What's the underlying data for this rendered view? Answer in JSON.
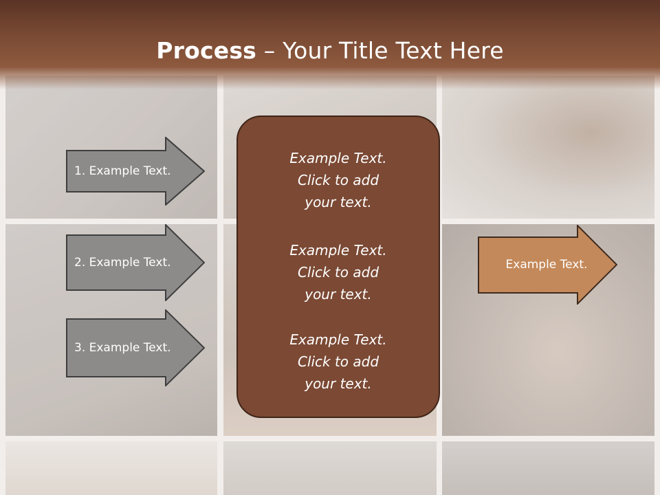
{
  "header": {
    "title_bold": "Process",
    "title_rest": " – Your Title Text Here"
  },
  "left_arrows": [
    {
      "label": "1. Example Text."
    },
    {
      "label": "2. Example Text."
    },
    {
      "label": "3. Example Text."
    }
  ],
  "center_box": {
    "items": [
      {
        "lines": [
          "Example Text.",
          "Click  to add",
          "your text."
        ]
      },
      {
        "lines": [
          "Example Text.",
          "Click  to add",
          "your text."
        ]
      },
      {
        "lines": [
          "Example Text.",
          "Click  to add",
          "your text."
        ]
      }
    ]
  },
  "right_arrow": {
    "label": "Example Text."
  },
  "colors": {
    "header_brown": "#7a4a33",
    "center_fill": "#7b4934",
    "left_arrow_fill": "#8d8b8a",
    "right_arrow_fill": "#c4895a"
  }
}
